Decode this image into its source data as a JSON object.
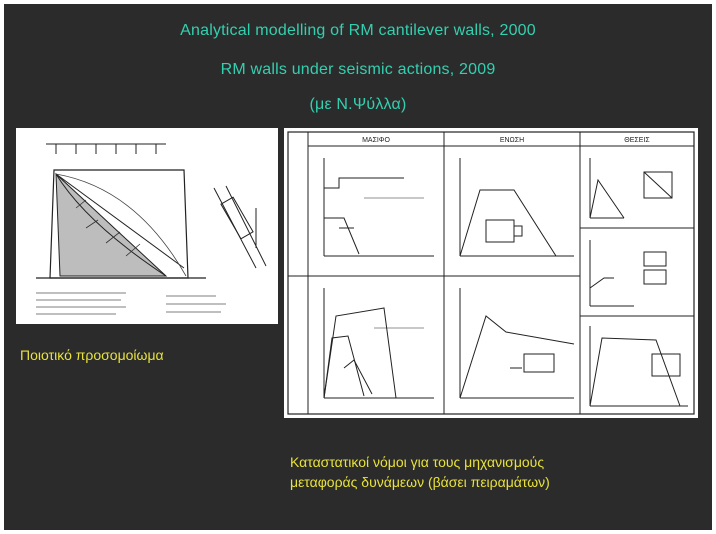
{
  "slide": {
    "title_lines": [
      "Analytical modelling of RM cantilever walls, 2000",
      "RM walls under seismic actions, 2009",
      "(με Ν.Ψύλλα)"
    ],
    "left_caption": "Ποιοτικό προσομοίωμα",
    "right_caption_lines": [
      "Καταστατικοί νόμοι για τους μηχανισμούς",
      "μεταφοράς δυνάμεων (βάσει πειραμάτων)"
    ]
  },
  "figure_right": {
    "column_headers": [
      "ΜΑΣΙΦΟ",
      "ΕΝΩΣΗ",
      "ΘΕΣΕΙΣ"
    ]
  },
  "colors": {
    "background": "#2b2b2b",
    "title": "#33d0b0",
    "caption": "#e8e23a"
  }
}
